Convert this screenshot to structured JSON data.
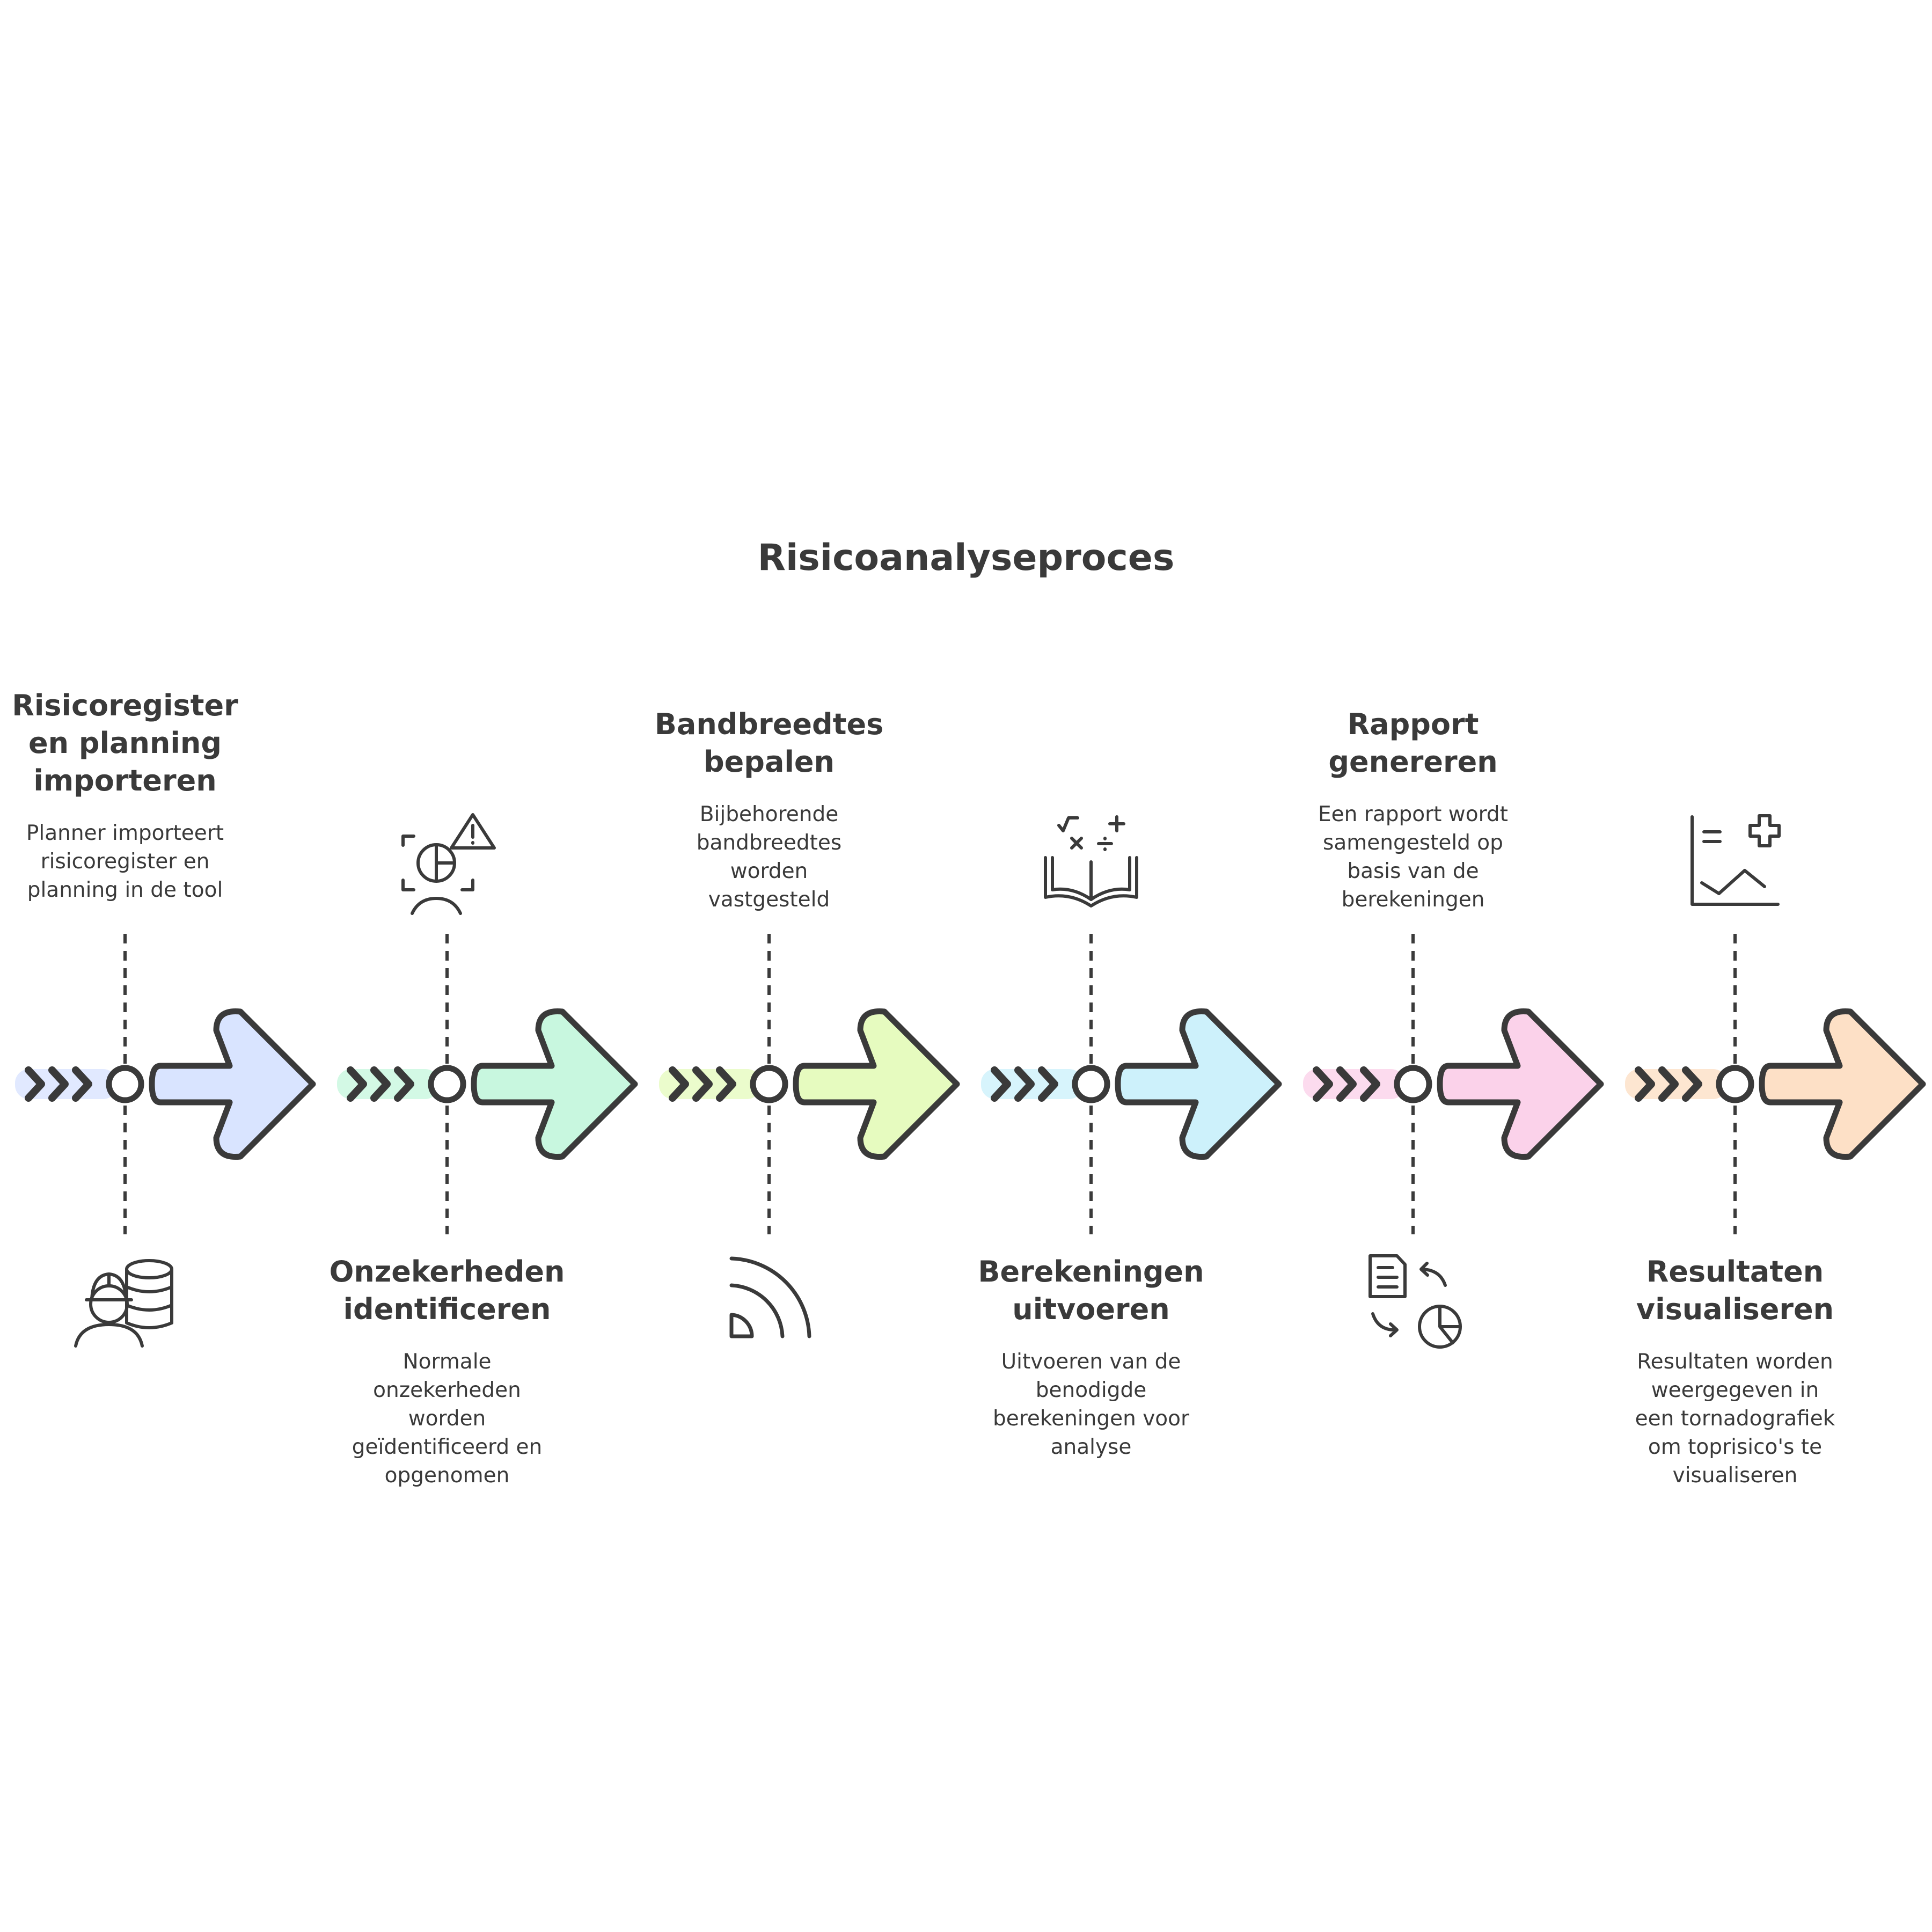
{
  "title": "Risicoanalyseproces",
  "steps": [
    {
      "title_lines": [
        "Risicoregister",
        "en planning",
        "importeren"
      ],
      "desc_lines": [
        "Planner importeert",
        "risicoregister en",
        "planning in de tool"
      ],
      "icon": "engineer-database-icon",
      "color": "#d9e4ff",
      "text_position": "top"
    },
    {
      "title_lines": [
        "Onzekerheden",
        "identificeren"
      ],
      "desc_lines": [
        "Normale",
        "onzekerheden",
        "worden",
        "geïdentificeerd en",
        "opgenomen"
      ],
      "icon": "risk-scan-warning-icon",
      "color": "#c8f7df",
      "text_position": "bottom"
    },
    {
      "title_lines": [
        "Bandbreedtes",
        "bepalen"
      ],
      "desc_lines": [
        "Bijbehorende",
        "bandbreedtes",
        "worden",
        "vastgesteld"
      ],
      "icon": "range-arcs-icon",
      "color": "#e6fbbf",
      "text_position": "top"
    },
    {
      "title_lines": [
        "Berekeningen",
        "uitvoeren"
      ],
      "desc_lines": [
        "Uitvoeren van de",
        "benodigde",
        "berekeningen voor",
        "analyse"
      ],
      "icon": "math-book-icon",
      "color": "#cdf1fb",
      "text_position": "bottom"
    },
    {
      "title_lines": [
        "Rapport",
        "genereren"
      ],
      "desc_lines": [
        "Een rapport wordt",
        "samengesteld op",
        "basis van de",
        "berekeningen"
      ],
      "icon": "report-chart-icon",
      "color": "#fbd2ea",
      "text_position": "top"
    },
    {
      "title_lines": [
        "Resultaten",
        "visualiseren"
      ],
      "desc_lines": [
        "Resultaten worden",
        "weergegeven in",
        "een tornadografiek",
        "om toprisico's te",
        "visualiseren"
      ],
      "icon": "line-chart-plus-icon",
      "color": "#fde0c6",
      "text_position": "bottom"
    }
  ],
  "colors": {
    "stroke": "#3a3a3a",
    "background": "#ffffff"
  }
}
